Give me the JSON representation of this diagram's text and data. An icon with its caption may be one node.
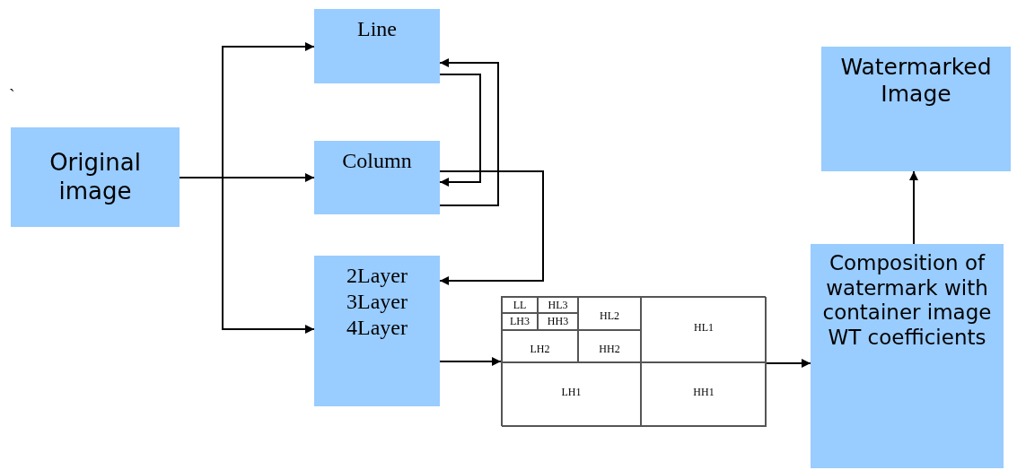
{
  "diagram": {
    "nodes": [
      {
        "text": [
          "Original image"
        ]
      },
      {
        "text": [
          "Line"
        ]
      },
      {
        "text": [
          "Column"
        ]
      },
      {
        "text": [
          "2Layer",
          "3Layer",
          "4Layer"
        ]
      },
      {
        "text": [],
        "shape": "box"
      },
      {
        "text": [
          "LL"
        ],
        "in": 4
      },
      {
        "text": [
          "HL3"
        ],
        "in": 4
      },
      {
        "text": [
          "HL2"
        ],
        "in": 4
      },
      {
        "text": [
          "HL1"
        ],
        "in": 4
      },
      {
        "text": [
          "LH3"
        ],
        "in": 4
      },
      {
        "text": [
          "HH3"
        ],
        "in": 4
      },
      {
        "text": [
          "LH2"
        ],
        "in": 4
      },
      {
        "text": [
          "HH2"
        ],
        "in": 4
      },
      {
        "text": [
          "LH1"
        ],
        "in": 4
      },
      {
        "text": [
          "HH1"
        ],
        "in": 4
      },
      {
        "text": [
          "Composition of watermark with container image WT coefficients"
        ]
      },
      {
        "text": [
          "Watermarked Image"
        ]
      }
    ],
    "edges": [
      {
        "from": 0,
        "to": 1,
        "arrow": "to"
      },
      {
        "from": 0,
        "to": 2,
        "arrow": "to"
      },
      {
        "from": 0,
        "to": 3,
        "arrow": "to"
      },
      {
        "from": 1,
        "to": 2,
        "arrow": "to"
      },
      {
        "from": 2,
        "to": 1,
        "arrow": "to"
      },
      {
        "from": 2,
        "to": 3,
        "arrow": "to"
      },
      {
        "from": 3,
        "to": 4,
        "arrow": "to"
      },
      {
        "from": 4,
        "to": 15,
        "arrow": "to"
      },
      {
        "from": 15,
        "to": 16,
        "arrow": "to"
      }
    ],
    "labels": [
      "`"
    ]
  }
}
